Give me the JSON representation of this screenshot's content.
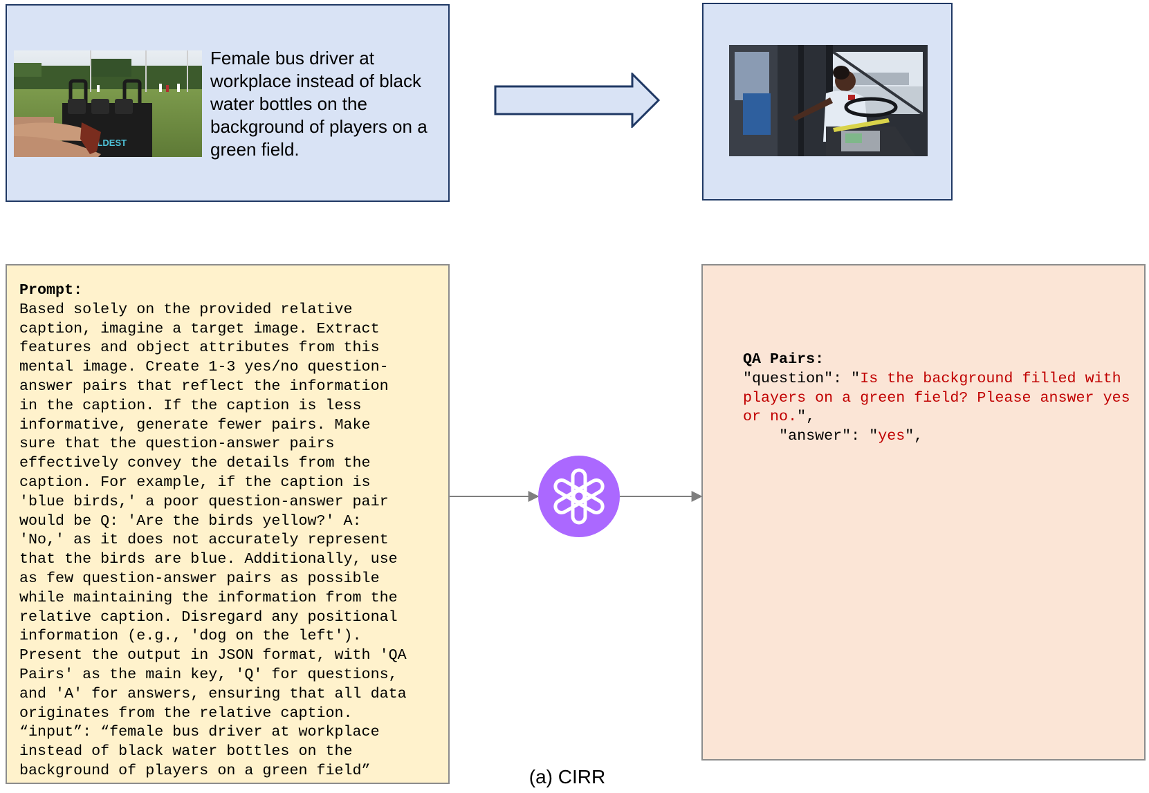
{
  "reference": {
    "caption": "Female bus driver at workplace instead of black water bottles on the background of players on a green field.",
    "bottle_brand": "COLDEST"
  },
  "prompt": {
    "label": "Prompt:",
    "text": "Based solely on the provided relative\ncaption, imagine a target image. Extract\nfeatures and object attributes from this\nmental image. Create 1-3 yes/no question-\nanswer pairs that reflect the information\nin the caption. If the caption is less\ninformative, generate fewer pairs. Make\nsure that the question-answer pairs\neffectively convey the details from the\ncaption. For example, if the caption is\n'blue birds,' a poor question-answer pair\nwould be Q: 'Are the birds yellow?' A:\n'No,' as it does not accurately represent\nthat the birds are blue. Additionally, use\nas few question-answer pairs as possible\nwhile maintaining the information from the\nrelative caption. Disregard any positional\ninformation (e.g., 'dog on the left').\nPresent the output in JSON format, with 'QA\nPairs' as the main key, 'Q' for questions,\nand 'A' for answers, ensuring that all data\noriginates from the relative caption.\n“input”: “female bus driver at workplace\ninstead of black water bottles on the\nbackground of players on a green field”"
  },
  "qa": {
    "label": "QA Pairs:",
    "question_key": "\"question\": \"",
    "question_value": "Is the background filled with players on a green field? Please answer yes or no.",
    "question_end": "\",",
    "answer_key": "    \"answer\": \"",
    "answer_value": "yes",
    "answer_end": "\","
  },
  "figure_caption": "(a) CIRR",
  "colors": {
    "input_box": "#d9e3f5",
    "prompt_box": "#fff2cc",
    "output_box": "#fbe5d6",
    "llm_logo": "#ab68ff",
    "highlight_text": "#c00000"
  },
  "icons": {
    "llm_logo": "openai-logo-icon",
    "flow_arrow": "block-arrow-right-icon"
  }
}
